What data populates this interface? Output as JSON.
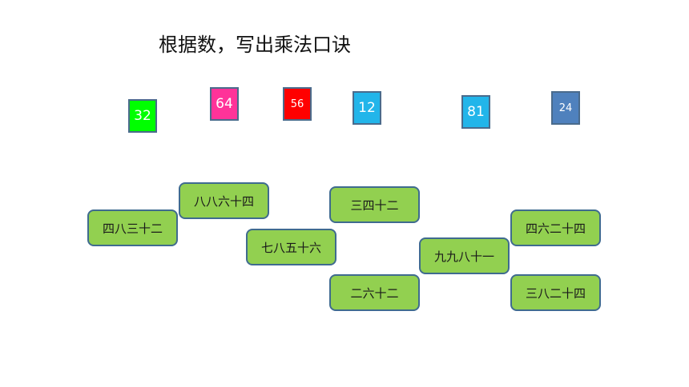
{
  "title": "根据数，写出乘法口诀",
  "numbers": [
    {
      "label": "32",
      "color": "#00ff00"
    },
    {
      "label": "64",
      "color": "#ff3399"
    },
    {
      "label": "56",
      "color": "#ff0000"
    },
    {
      "label": "12",
      "color": "#22b5ea"
    },
    {
      "label": "81",
      "color": "#22b5ea"
    },
    {
      "label": "24",
      "color": "#4f81bd"
    }
  ],
  "rhymes": [
    {
      "label": "八八六十四"
    },
    {
      "label": "四八三十二"
    },
    {
      "label": "七八五十六"
    },
    {
      "label": "三四十二"
    },
    {
      "label": "二六十二"
    },
    {
      "label": "九九八十一"
    },
    {
      "label": "四六二十四"
    },
    {
      "label": "三八二十四"
    }
  ]
}
